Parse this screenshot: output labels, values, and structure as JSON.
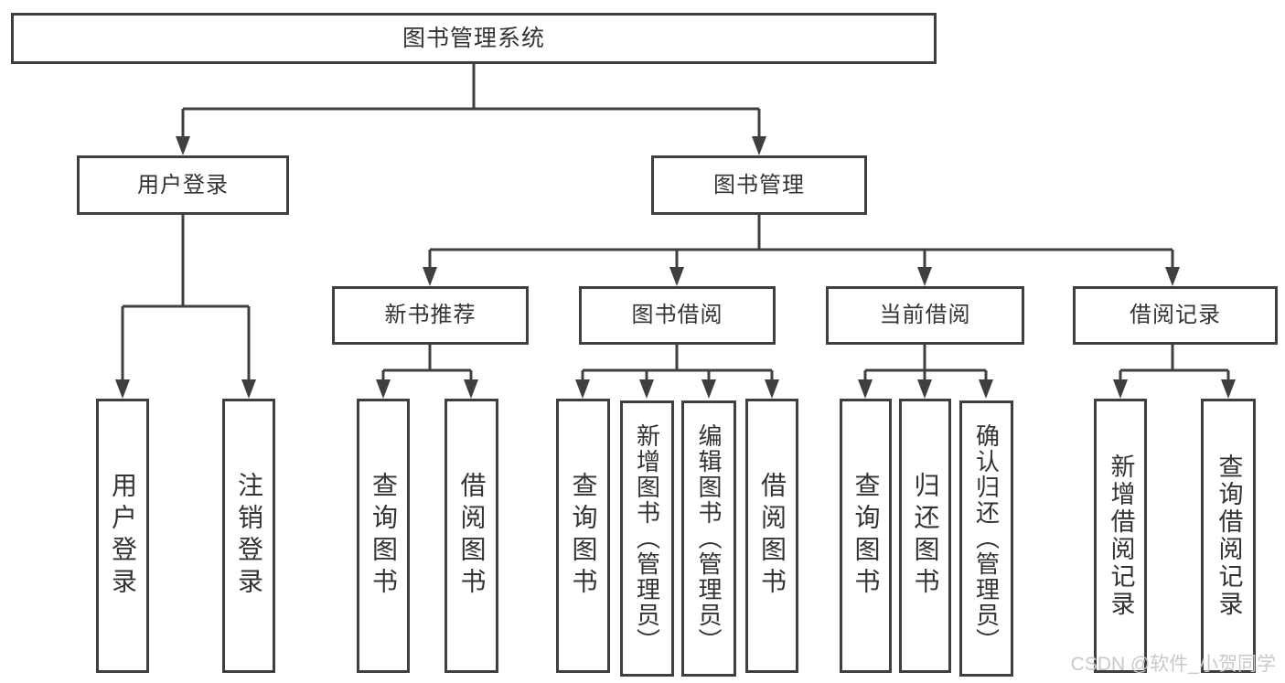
{
  "diagram": {
    "title": "图书管理系统",
    "level2": {
      "user_login": "用户登录",
      "book_mgmt": "图书管理"
    },
    "level3": {
      "new_book_rec": "新书推荐",
      "book_borrow": "图书借阅",
      "current_borrow": "当前借阅",
      "borrow_record": "借阅记录"
    },
    "leaves": {
      "user_login": "用户登录",
      "logout": "注销登录",
      "query_book_1": "查询图书",
      "borrow_book_1": "借阅图书",
      "query_book_2": "查询图书",
      "add_book_admin": "新增图书（管理员）",
      "edit_book_admin": "编辑图书（管理员）",
      "borrow_book_2": "借阅图书",
      "query_book_3": "查询图书",
      "return_book": "归还图书",
      "confirm_return_admin": "确认归还（管理员）",
      "add_borrow_record": "新增借阅记录",
      "query_borrow_record": "查询借阅记录"
    }
  },
  "watermark": {
    "text": "CSDN @软件_小贺同学",
    "color": "#c9c9c9"
  },
  "colors": {
    "line": "#3f3f3f",
    "box_border": "#3f3f3f",
    "box_bg": "#ffffff",
    "text": "#333333"
  }
}
